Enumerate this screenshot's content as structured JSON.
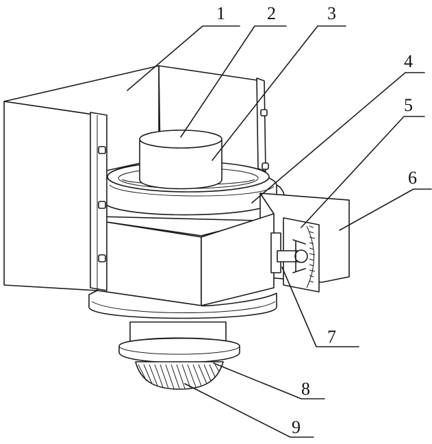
{
  "diagram": {
    "part_labels": [
      "1",
      "2",
      "3",
      "4",
      "5",
      "6",
      "7",
      "8",
      "9"
    ]
  },
  "colors": {
    "line": "#1a1a1a",
    "background": "#ffffff"
  }
}
